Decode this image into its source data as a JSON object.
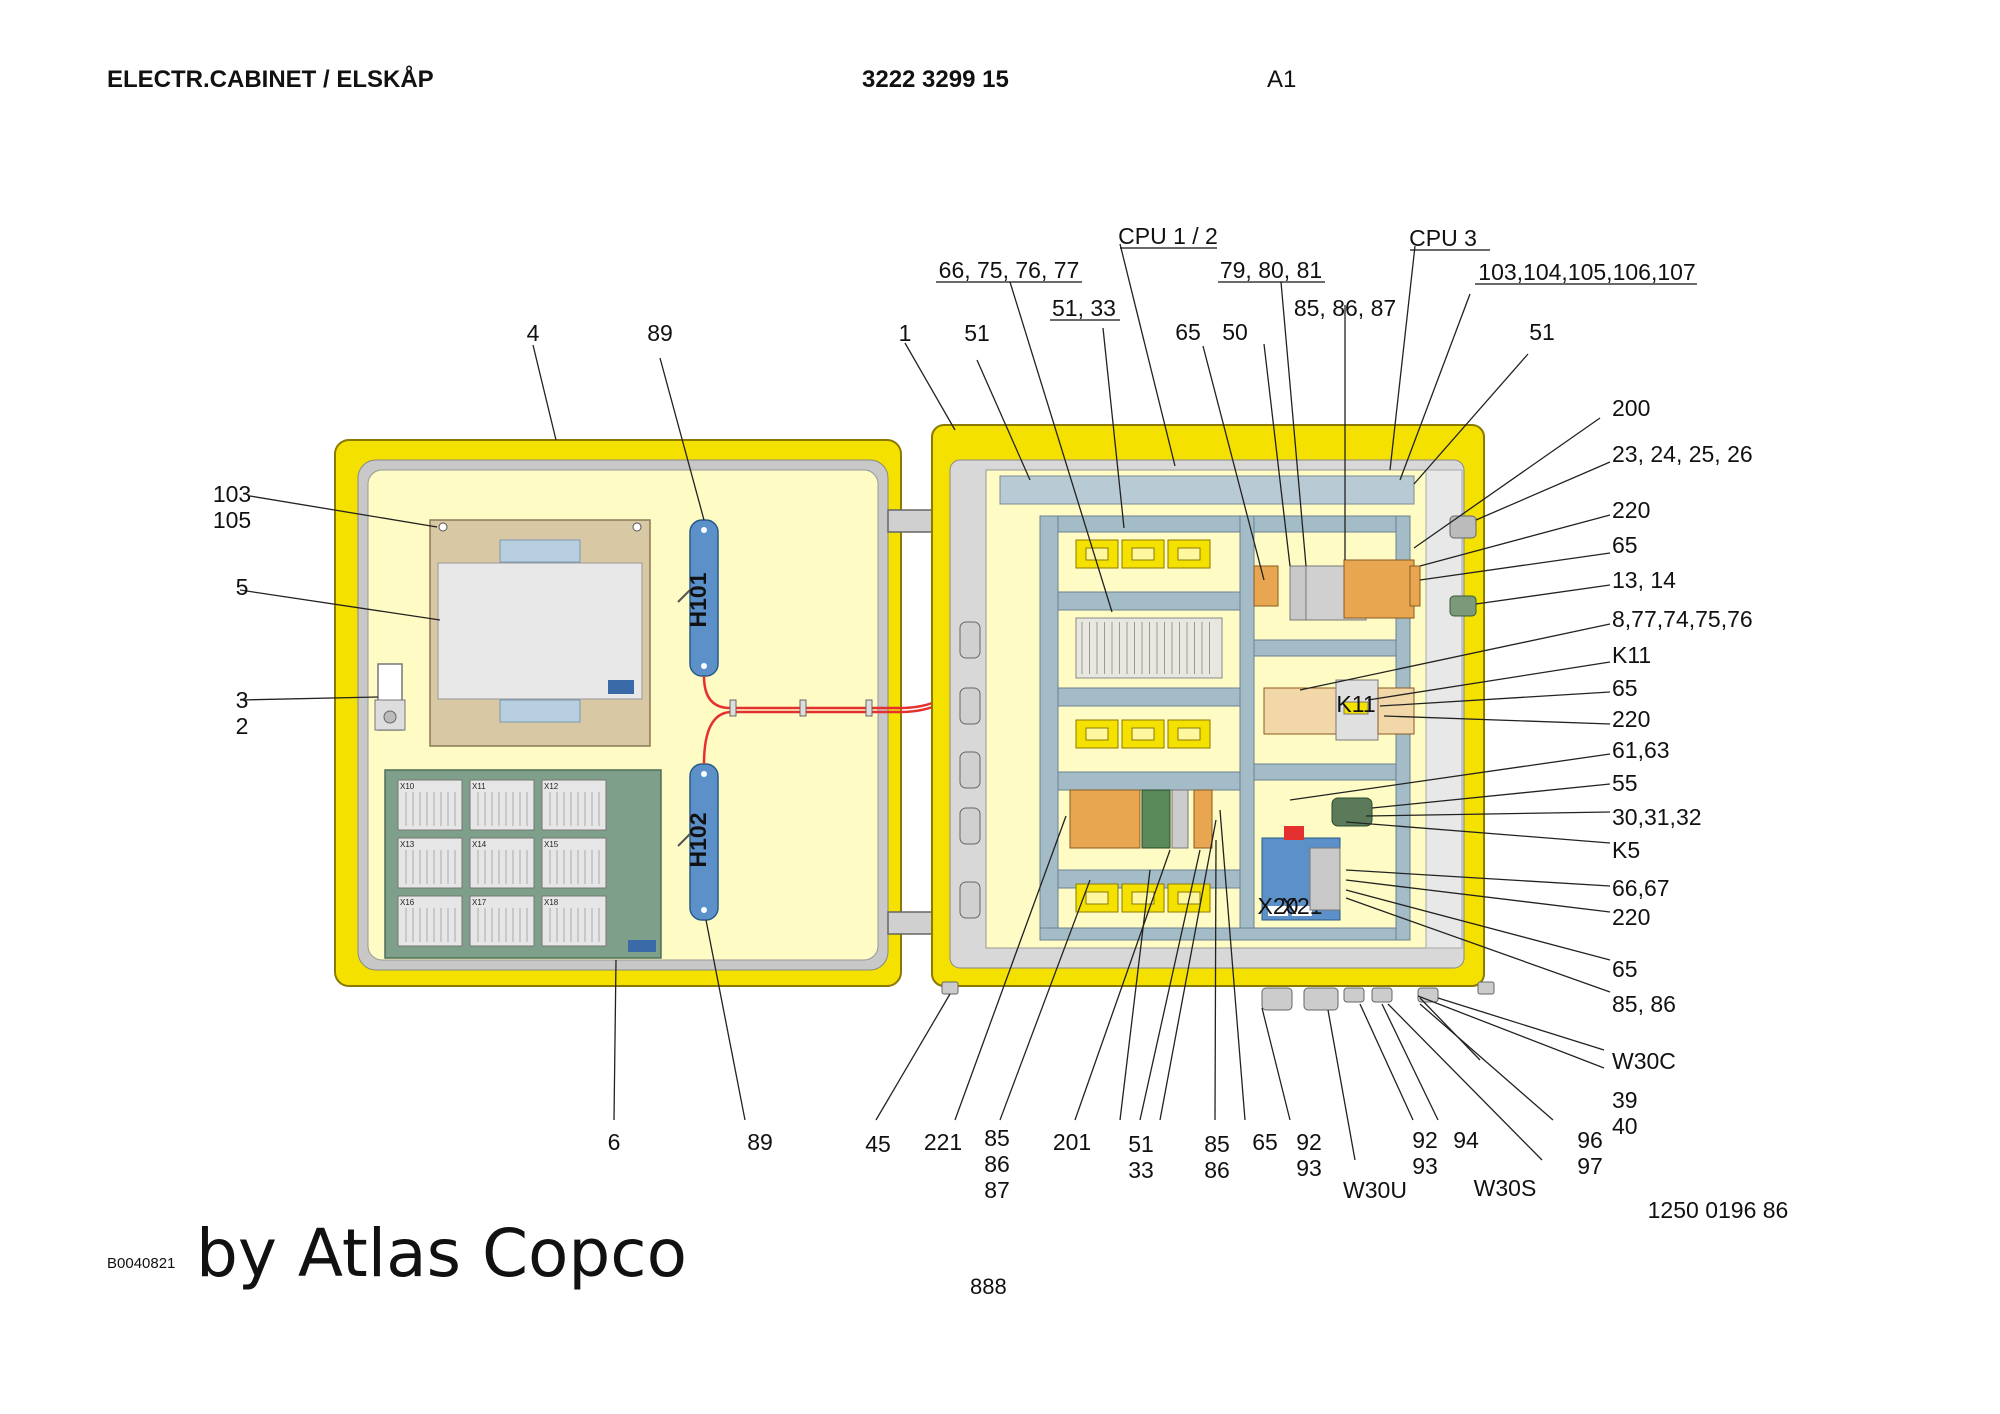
{
  "header": {
    "title": "ELECTR.CABINET / ELSKÅP",
    "part_number": "3222 3299 15",
    "sheet": "A1"
  },
  "diagram": {
    "door_labels": {
      "h101": "H101",
      "h102": "H102",
      "x_strips": [
        "X10",
        "X11",
        "X12",
        "X13",
        "X14",
        "X15",
        "X16",
        "X17",
        "X18"
      ],
      "relay_k11": "K11",
      "breakers": [
        "X20",
        "X21"
      ]
    },
    "callouts": {
      "c4": "4",
      "c89_top": "89",
      "c1": "1",
      "c51_top": "51",
      "c66_75": "66, 75, 76, 77",
      "c51_33_top": "51, 33",
      "c_cpu12": "CPU 1 / 2",
      "c65_top": "65",
      "c50": "50",
      "c79_80": "79, 80, 81",
      "c85_86_87_top": "85, 86, 87",
      "c_cpu3": "CPU 3",
      "c103_107": "103,104,105,106,107",
      "c51_right": "51",
      "c103": "103",
      "c105": "105",
      "c5": "5",
      "c3": "3",
      "c2": "2",
      "r200": "200",
      "r23_26": "23, 24, 25, 26",
      "r220_a": "220",
      "r65_a": "65",
      "r13_14": "13, 14",
      "r8_77": "8,77,74,75,76",
      "rK11": "K11",
      "r65_b": "65",
      "r220_b": "220",
      "r61_63": "61,63",
      "r55": "55",
      "r30_32": "30,31,32",
      "rK5": "K5",
      "r66_67": "66,67",
      "r220_c": "220",
      "r65_c": "65",
      "r85_86": "85, 86",
      "rW30C": "W30C",
      "r39": "39",
      "r40": "40",
      "b6": "6",
      "b89": "89",
      "b45": "45",
      "b221": "221",
      "b85": "85",
      "b86": "86",
      "b87": "87",
      "b201": "201",
      "b51": "51",
      "b33": "33",
      "b85b": "85",
      "b86b": "86",
      "b65": "65",
      "b92a": "92",
      "b93a": "93",
      "bW30U": "W30U",
      "b92b": "92",
      "b93b": "93",
      "b94": "94",
      "bW30S": "W30S",
      "b96": "96",
      "b97": "97",
      "drawing_no": "1250 0196 86"
    }
  },
  "footer": {
    "code": "B0040821",
    "byline": "by Atlas Copco",
    "page": "888"
  },
  "colors": {
    "cabinet_yellow": "#f5e100",
    "panel_cream": "#fffbc4",
    "rail_blue": "#a4bcc8",
    "terminal_orange": "#e8a650",
    "lamp_blue": "#5c90c8",
    "cable_red": "#e53030",
    "pcb_green": "#7ea08a"
  }
}
